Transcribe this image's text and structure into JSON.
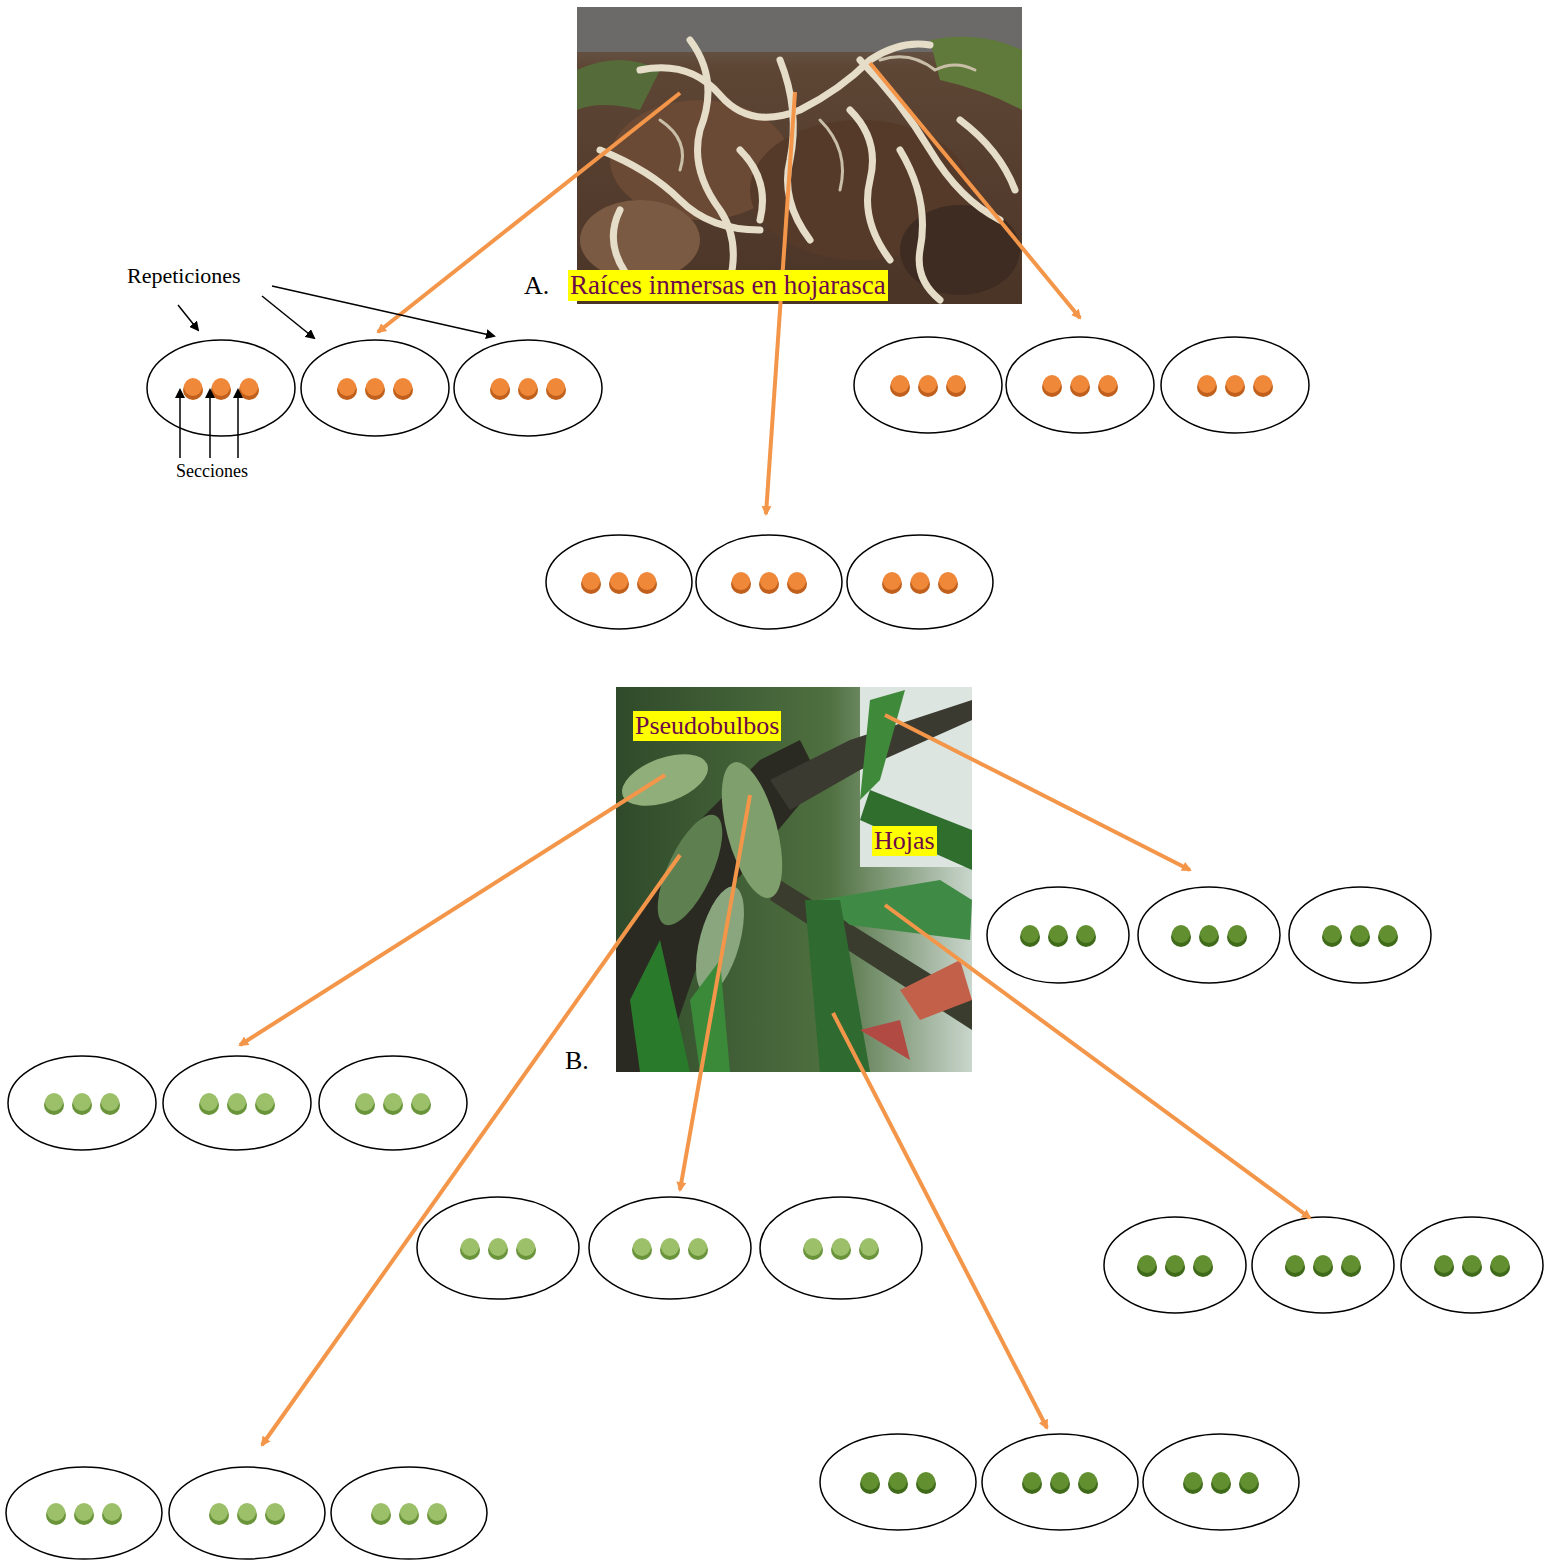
{
  "diagram": {
    "nodes": [
      {
        "text": [
          "Raíces inmersas en hojarasca"
        ]
      },
      {
        "text": [
          "Pseudobulbos",
          "Hojas"
        ]
      }
    ],
    "labels": [
      "A.",
      "B.",
      "Repeticiones",
      "Secciones"
    ]
  }
}
